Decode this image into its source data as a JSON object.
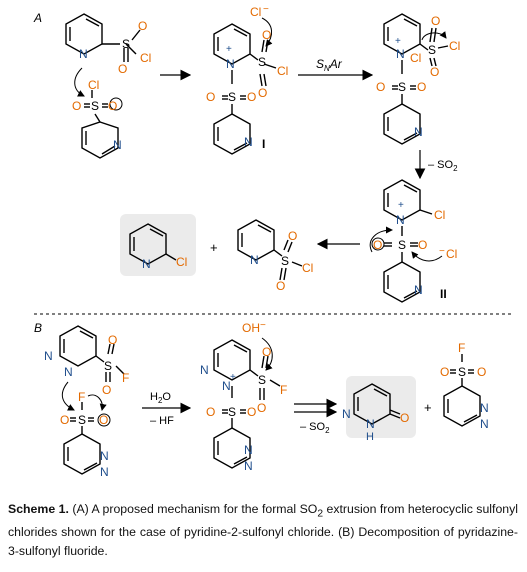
{
  "panel_a": {
    "label": "A",
    "atoms": {
      "n": "N",
      "s": "S",
      "o": "O",
      "cl": "Cl",
      "cl_minus": "Cl",
      "plus": "+",
      "minus": "−",
      "colon": ":"
    },
    "roman_1": "I",
    "roman_2": "II",
    "snar_label": "SNAr",
    "snar_s": "S",
    "snar_sub": "N",
    "snar_rest": "Ar",
    "so2_loss": "– SO",
    "so2_sub": "2",
    "product_plus": "+"
  },
  "panel_b": {
    "label": "B",
    "atoms": {
      "n": "N",
      "s": "S",
      "o": "O",
      "f": "F",
      "h": "H",
      "oh": "OH"
    },
    "h2o": "H",
    "h2o_sub": "2",
    "h2o_o": "O",
    "hf": "– HF",
    "so2_loss": "– SO",
    "so2_sub": "2",
    "product_plus": "+"
  },
  "colors": {
    "nitrogen": "#1f4e8c",
    "chlorine": "#e36a00",
    "oxygen": "#e36a00",
    "fluorine": "#e36a00",
    "sulfur": "#000000",
    "highlight_box": "#ebebeb"
  },
  "caption": {
    "scheme_label": "Scheme 1.",
    "text_a": " (A) A proposed mechanism for the formal SO",
    "so2_sub": "2",
    "text_b": " extrusion from heterocyclic sulfonyl chlorides shown for the case of pyridine-2-sulfonyl chloride. (B) Decomposition of pyridazine-3-sulfonyl fluoride."
  }
}
